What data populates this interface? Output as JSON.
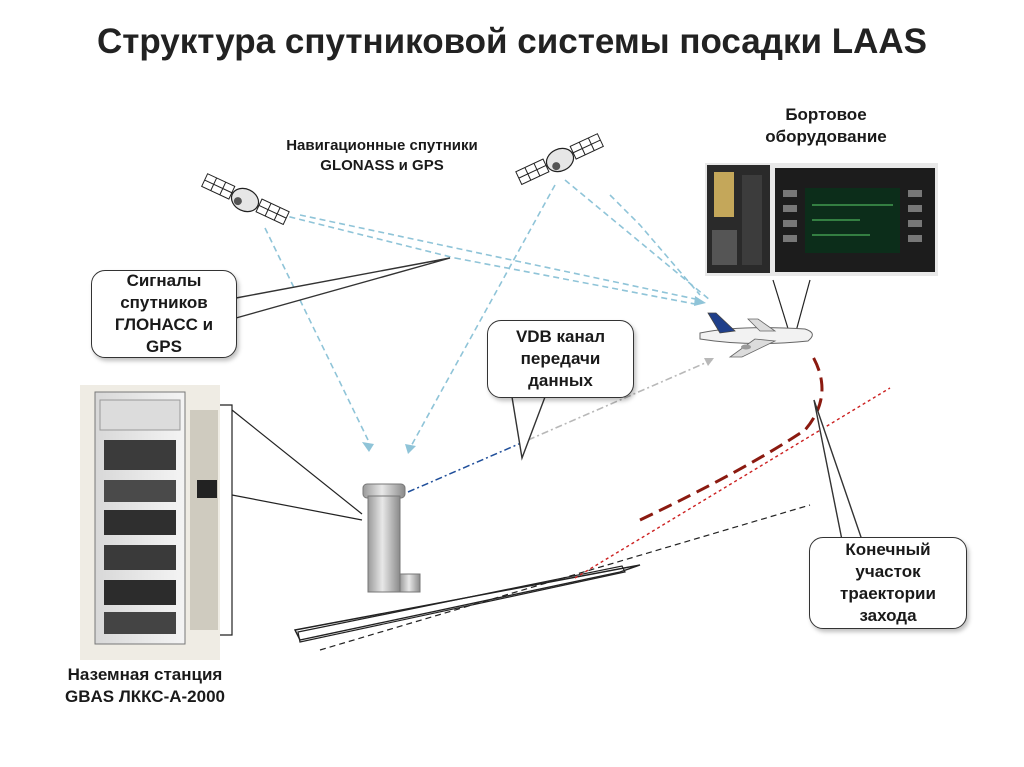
{
  "title": "Структура спутниковой системы посадки LAAS",
  "satellites_label": {
    "line1": "Навигационные спутники",
    "line2": "GLONASS  и  GPS"
  },
  "onboard_label": {
    "line1": "Бортовое",
    "line2": "оборудование"
  },
  "callout_signals": {
    "line1": "Сигналы",
    "line2": "спутников",
    "line3": "ГЛОНАСС и",
    "line4": "GPS"
  },
  "callout_vdb": {
    "line1": "VDB канал",
    "line2": "передачи",
    "line3": "данных"
  },
  "callout_final": {
    "line1": "Конечный",
    "line2": "участок",
    "line3": "траектории",
    "line4": "захода"
  },
  "ground_station_label": {
    "line1": "Наземная станция",
    "line2": "GBAS ЛККС-А-2000"
  },
  "colors": {
    "signal_dashed": "#8fc4d8",
    "vdb_line": "#1f4e9a",
    "vdb_gray": "#b8b8b8",
    "trajectory": "#8b1a10",
    "glide_red": "#cc2020",
    "antenna_body": "#c8c8c8"
  }
}
